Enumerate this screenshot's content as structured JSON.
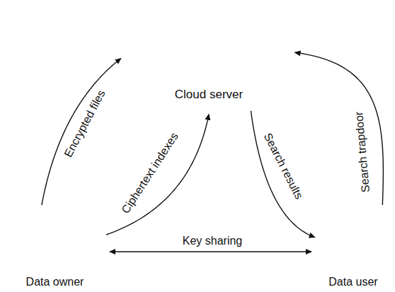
{
  "diagram": {
    "nodes": [
      {
        "text": [
          "Cloud server"
        ]
      },
      {
        "text": [
          "Data owner"
        ]
      },
      {
        "text": [
          "Data user"
        ]
      }
    ],
    "edges": [
      {
        "from": 1,
        "to": 0,
        "label": "Encrypted files",
        "arrow": "to"
      },
      {
        "from": 1,
        "to": 0,
        "label": "Ciphertext indexes",
        "arrow": "to"
      },
      {
        "from": 0,
        "to": 2,
        "label": "Search results",
        "arrow": "to"
      },
      {
        "from": 2,
        "to": 0,
        "label": "Search trapdoor",
        "arrow": "to"
      },
      {
        "from": 1,
        "to": 2,
        "label": "Key sharing",
        "arrow": "both"
      }
    ]
  }
}
